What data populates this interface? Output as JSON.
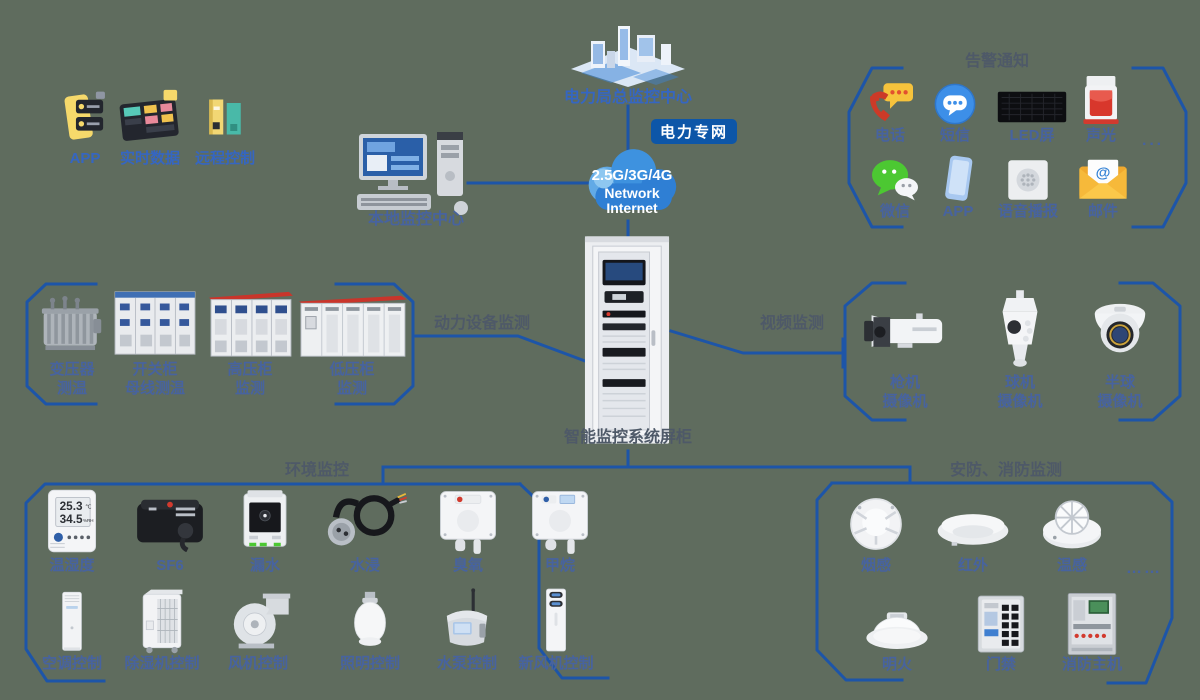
{
  "colors": {
    "line": "#1d55a8",
    "badge_bg": "#0d56a8",
    "item_label": "#47639f",
    "section_label": "#4e5968",
    "cloud_blue": "#3e92df"
  },
  "headquarters": {
    "label": "电力局总监控中心",
    "icon": "factory-building"
  },
  "network": {
    "badge": "电力专网",
    "cloud_line1": "2.5G/3G/4G",
    "cloud_line2": "Network",
    "cloud_line3": "Internet"
  },
  "local_center": {
    "label": "本地监控中心",
    "icon": "desktop-computer"
  },
  "cabinet": {
    "label": "智能监控系统屏柜",
    "icon": "server-cabinet"
  },
  "top_tools": {
    "items": [
      {
        "label": "APP",
        "lines": [
          "APP"
        ],
        "icon": "app-ui"
      },
      {
        "label": "实时数据",
        "lines": [
          "实时数据"
        ],
        "icon": "realtime-data"
      },
      {
        "label": "远程控制",
        "lines": [
          "远程控制"
        ],
        "icon": "remote-control"
      }
    ]
  },
  "power": {
    "title": "动力设备监测",
    "items": [
      {
        "label": "变压器测温",
        "lines": [
          "变压器",
          "测温"
        ],
        "icon": "transformer"
      },
      {
        "label": "开关柜母线测温",
        "lines": [
          "开关柜",
          "母线测温"
        ],
        "icon": "switchgear"
      },
      {
        "label": "高压柜监测",
        "lines": [
          "高压柜",
          "监测"
        ],
        "icon": "hv-cabinet"
      },
      {
        "label": "低压柜监测",
        "lines": [
          "低压柜",
          "监测"
        ],
        "icon": "lv-cabinet"
      }
    ]
  },
  "video": {
    "title": "视频监测",
    "items": [
      {
        "label": "枪机摄像机",
        "lines": [
          "枪机",
          "摄像机"
        ],
        "icon": "bullet-camera"
      },
      {
        "label": "球机摄像机",
        "lines": [
          "球机",
          "摄像机"
        ],
        "icon": "ptz-camera"
      },
      {
        "label": "半球摄像机",
        "lines": [
          "半球",
          "摄像机"
        ],
        "icon": "turret-camera"
      }
    ]
  },
  "alarm": {
    "title": "告警通知",
    "more": "···",
    "row1": [
      {
        "label": "电话",
        "lines": [
          "电话"
        ],
        "icon": "phone-call"
      },
      {
        "label": "短信",
        "lines": [
          "短信"
        ],
        "icon": "sms"
      },
      {
        "label": "LED屏",
        "lines": [
          "LED屏"
        ],
        "icon": "led-screen"
      },
      {
        "label": "声光",
        "lines": [
          "声光"
        ],
        "icon": "siren"
      }
    ],
    "row2": [
      {
        "label": "微信",
        "lines": [
          "微信"
        ],
        "icon": "wechat"
      },
      {
        "label": "APP",
        "lines": [
          "APP"
        ],
        "icon": "app-phone"
      },
      {
        "label": "语音播报",
        "lines": [
          "语音播报"
        ],
        "icon": "voice-broadcast"
      },
      {
        "label": "邮件",
        "lines": [
          "邮件"
        ],
        "icon": "email"
      }
    ]
  },
  "environment": {
    "title": "环境监控",
    "display": {
      "temp": "25.3",
      "temp_unit": "℃",
      "humidity": "34.5",
      "humidity_unit": "%RH"
    },
    "row1": [
      {
        "label": "温湿度",
        "lines": [
          "温湿度"
        ],
        "icon": "thermo-hygrometer"
      },
      {
        "label": "SF6",
        "lines": [
          "SF6"
        ],
        "icon": "sf6-monitor"
      },
      {
        "label": "漏水",
        "lines": [
          "漏水"
        ],
        "icon": "leak-module"
      },
      {
        "label": "水浸",
        "lines": [
          "水浸"
        ],
        "icon": "water-immersion"
      },
      {
        "label": "臭氧",
        "lines": [
          "臭氧"
        ],
        "icon": "ozone-sensor"
      },
      {
        "label": "甲烷",
        "lines": [
          "甲烷"
        ],
        "icon": "methane-sensor"
      }
    ],
    "row2": [
      {
        "label": "空调控制",
        "lines": [
          "空调控制"
        ],
        "icon": "air-conditioner"
      },
      {
        "label": "除湿机控制",
        "lines": [
          "除湿机控制"
        ],
        "icon": "dehumidifier"
      },
      {
        "label": "风机控制",
        "lines": [
          "风机控制"
        ],
        "icon": "fan-blower"
      },
      {
        "label": "照明控制",
        "lines": [
          "照明控制"
        ],
        "icon": "light-bulb"
      },
      {
        "label": "水泵控制",
        "lines": [
          "水泵控制"
        ],
        "icon": "pump-controller"
      },
      {
        "label": "新风机控制",
        "lines": [
          "新风机控制"
        ],
        "icon": "fresh-air-unit"
      }
    ]
  },
  "security": {
    "title": "安防、消防监测",
    "more": "……",
    "row1": [
      {
        "label": "烟感",
        "lines": [
          "烟感"
        ],
        "icon": "smoke-detector"
      },
      {
        "label": "红外",
        "lines": [
          "红外"
        ],
        "icon": "infrared-detector"
      },
      {
        "label": "温感",
        "lines": [
          "温感"
        ],
        "icon": "heat-detector"
      }
    ],
    "row2": [
      {
        "label": "明火",
        "lines": [
          "明火"
        ],
        "icon": "flame-detector"
      },
      {
        "label": "门禁",
        "lines": [
          "门禁"
        ],
        "icon": "access-control"
      },
      {
        "label": "消防主机",
        "lines": [
          "消防主机"
        ],
        "icon": "fire-alarm-host"
      }
    ]
  }
}
